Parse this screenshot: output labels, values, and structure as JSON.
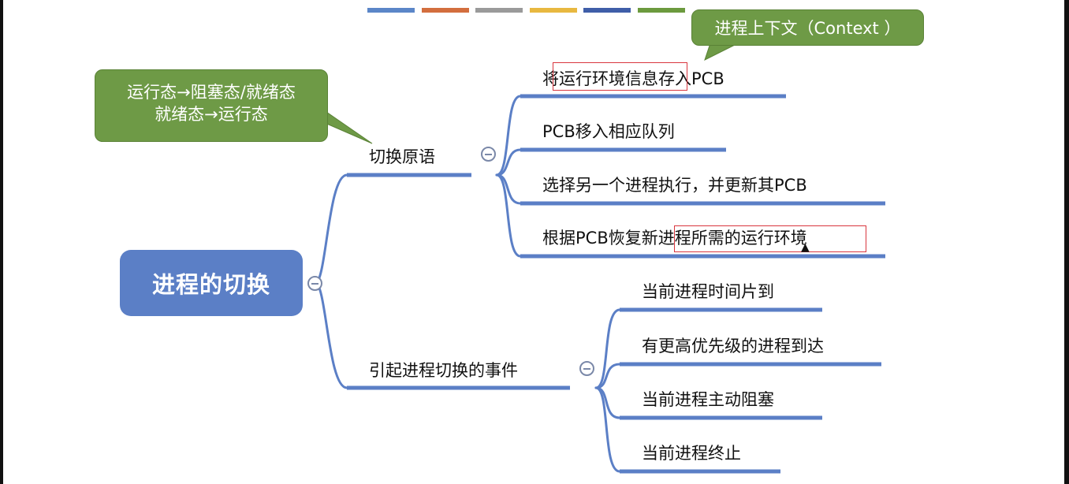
{
  "palette": [
    "#5b86c8",
    "#d36e3e",
    "#9a9a9a",
    "#e8b840",
    "#3f5ea8",
    "#6c9a3e"
  ],
  "root": {
    "label": "进程的切换"
  },
  "branches": [
    {
      "label": "切换原语",
      "children": [
        "将运行环境信息存入PCB",
        "PCB移入相应队列",
        "选择另一个进程执行，并更新其PCB",
        "根据PCB恢复新进程所需的运行环境"
      ]
    },
    {
      "label": "引起进程切换的事件",
      "children": [
        "当前进程时间片到",
        "有更高优先级的进程到达",
        "当前进程主动阻塞",
        "当前进程终止"
      ]
    }
  ],
  "callouts": {
    "states": {
      "line1": "运行态→阻塞态/就绪态",
      "line2": "就绪态→运行态"
    },
    "context": {
      "text": "进程上下文（Context ）"
    }
  },
  "colors": {
    "node_fill": "#5b7fc6",
    "line": "#5b7fc6",
    "callout": "#6e9a46",
    "highlight": "#d9363e"
  }
}
